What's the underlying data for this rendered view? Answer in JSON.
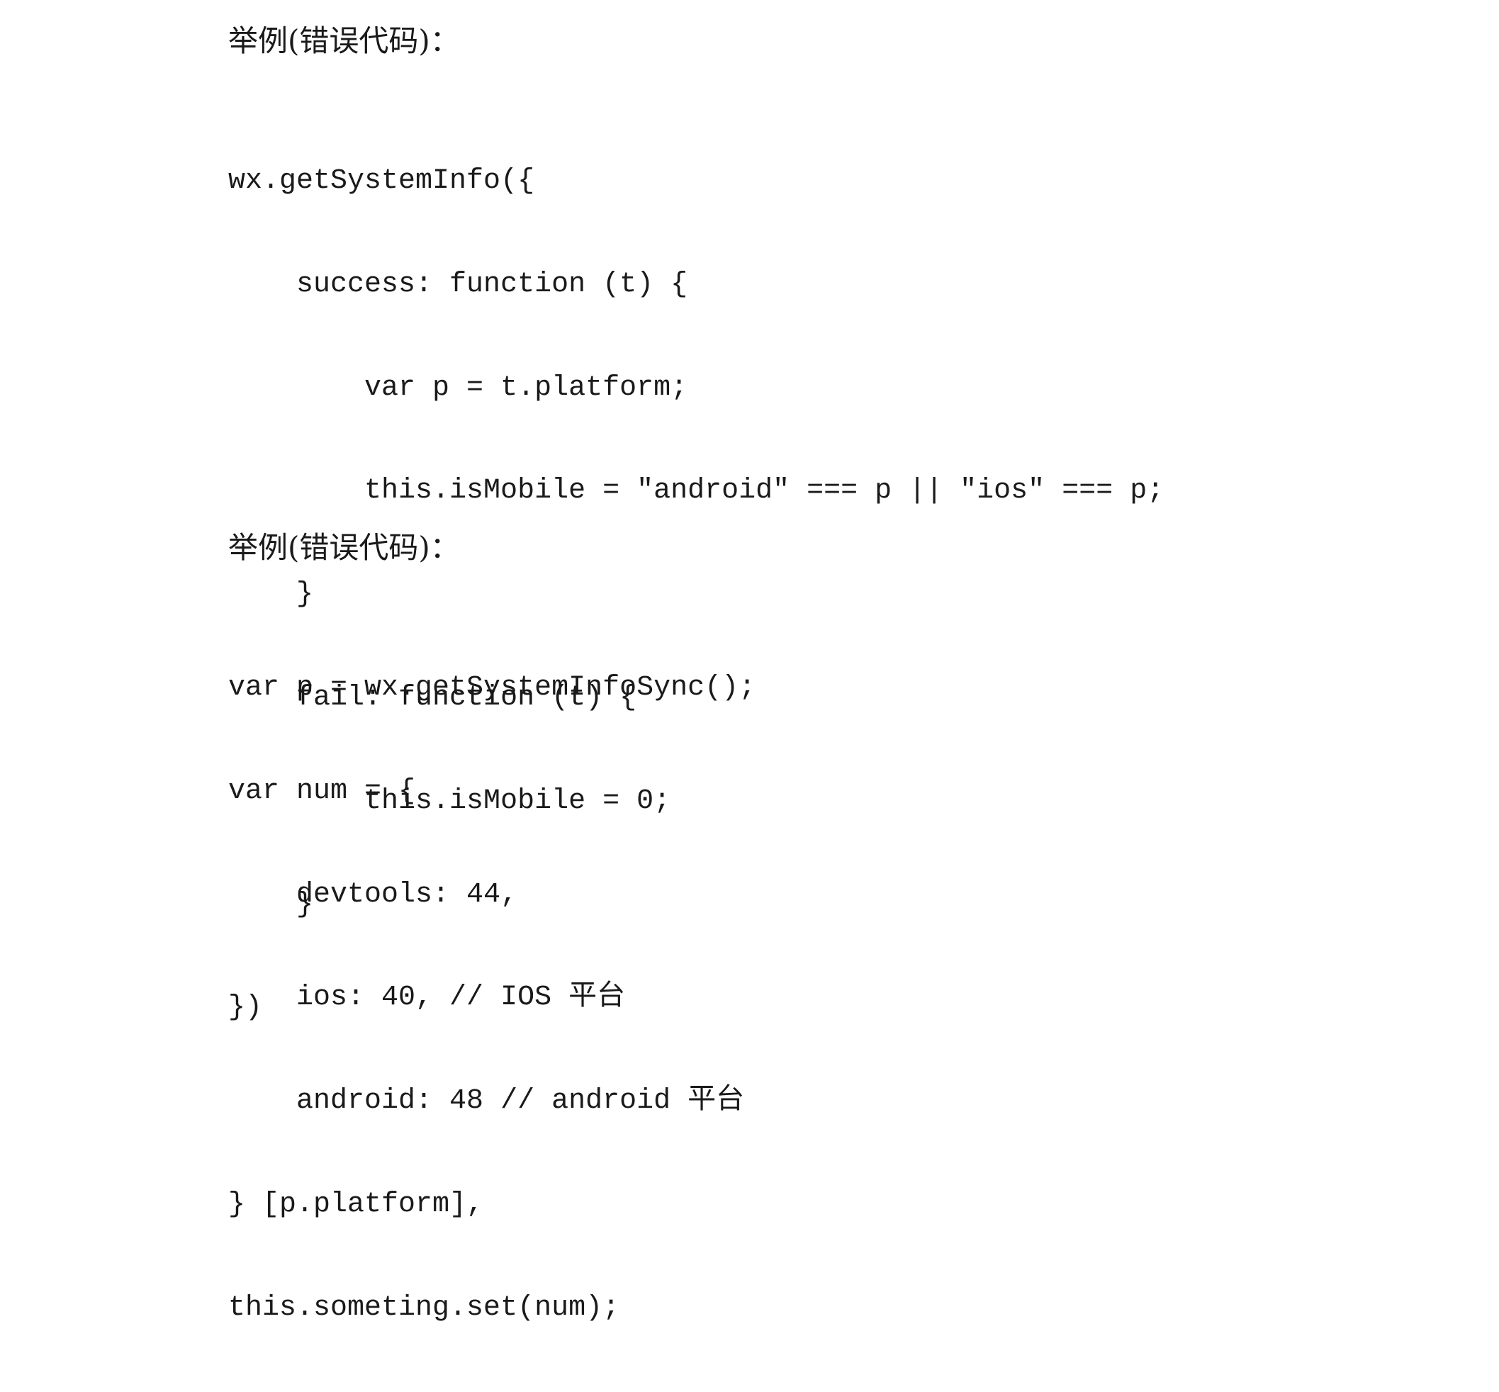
{
  "sections": [
    {
      "heading": "举例(错误代码)：",
      "code_lines": [
        "wx.getSystemInfo({",
        "    success: function (t) {",
        "        var p = t.platform;",
        "        this.isMobile = ″android″ === p || ″ios″ === p;",
        "    }",
        "    fail: function (t) {",
        "        this.isMobile = 0;",
        "    }",
        "})"
      ]
    },
    {
      "heading": "举例(错误代码)：",
      "code_lines": [
        "var p = wx.getSystemInfoSync();",
        "var num = {",
        "    devtools: 44,",
        "    ios: 40, // IOS 平台",
        "    android: 48 // android 平台",
        "} [p.platform],",
        "this.someting.set(num);"
      ]
    }
  ]
}
